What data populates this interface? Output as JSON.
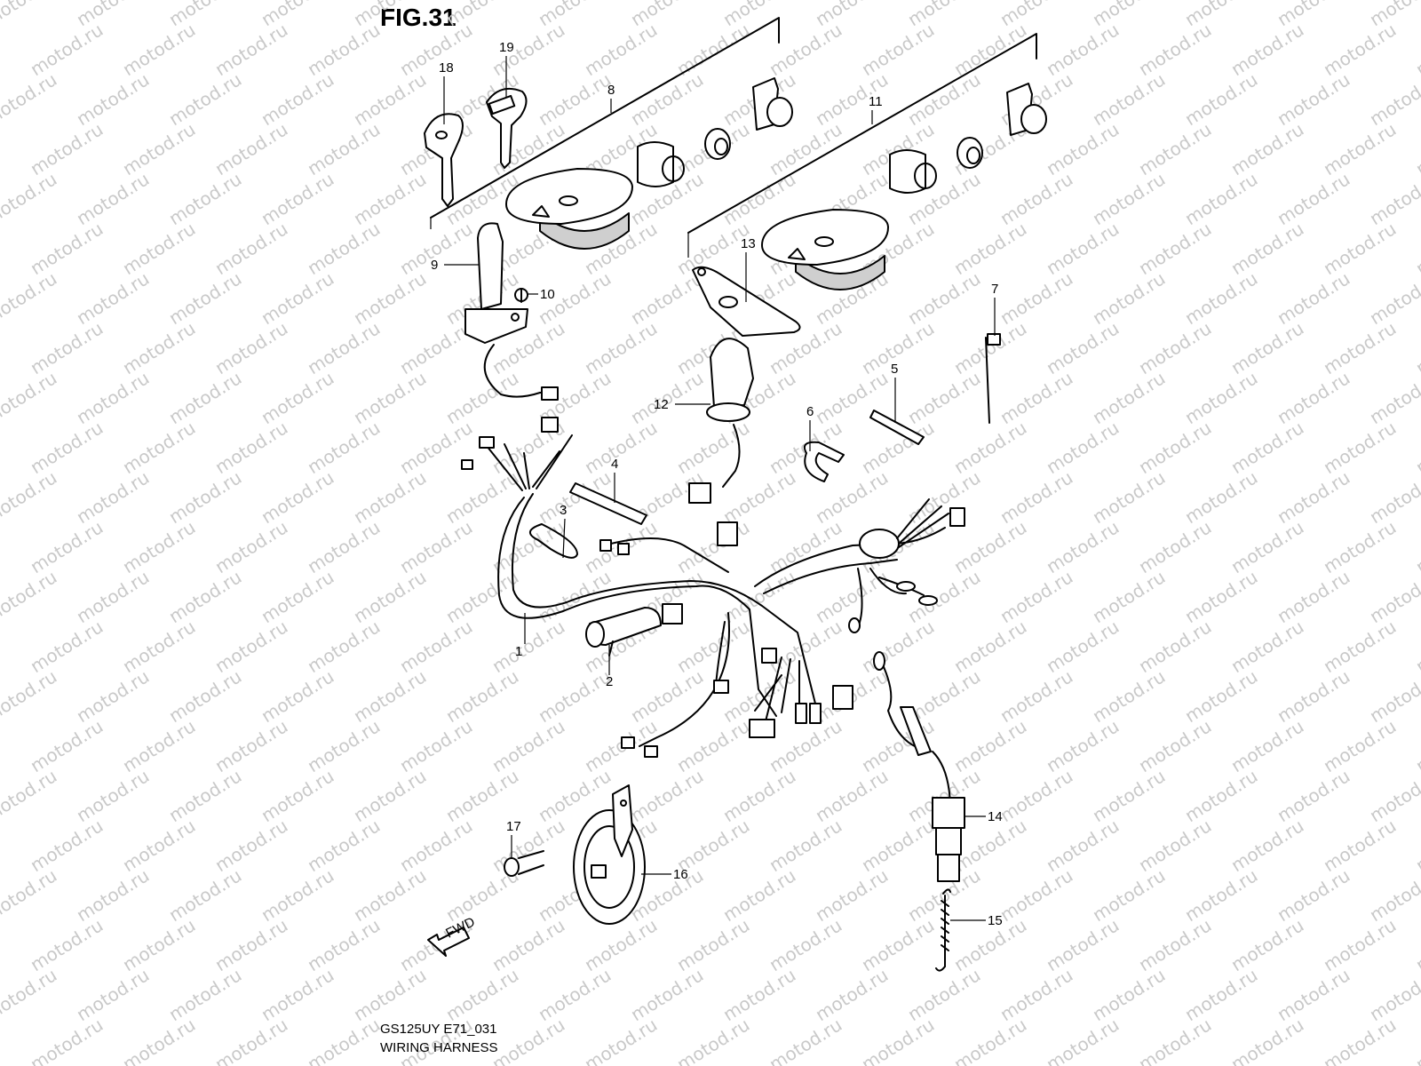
{
  "header": {
    "figure": "FIG.31"
  },
  "footer": {
    "model_code": "GS125UY E71_031",
    "title": "WIRING HARNESS"
  },
  "watermark": {
    "text": "motod.ru",
    "color": "#c9c9c9"
  },
  "fwd_arrow": {
    "label": "FWD"
  },
  "callouts": [
    "1",
    "2",
    "3",
    "4",
    "5",
    "6",
    "7",
    "8",
    "9",
    "10",
    "11",
    "12",
    "13",
    "14",
    "15",
    "16",
    "17",
    "18",
    "19"
  ]
}
